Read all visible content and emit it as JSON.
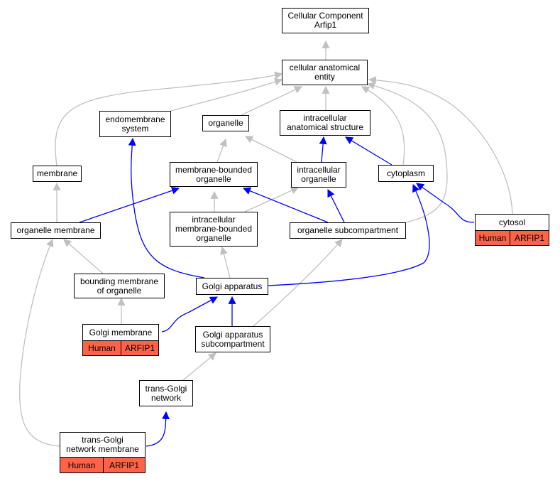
{
  "colors": {
    "is_a_edge": "#c0c0c0",
    "part_of_edge": "#0000ff",
    "annotation_fill": "#ff6347",
    "node_fill": "#ffffff"
  },
  "nodes": {
    "root": "Cellular Component\nArfip1",
    "cae": "cellular anatomical\nentity",
    "endomembrane": "endomembrane\nsystem",
    "organelle": "organelle",
    "ias": "intracellular\nanatomical structure",
    "membrane": "membrane",
    "mbo": "membrane-bounded\norganelle",
    "io": "intracellular\norganelle",
    "cytoplasm": "cytoplasm",
    "cytosol": "cytosol",
    "om": "organelle membrane",
    "imbo": "intracellular\nmembrane-bounded\norganelle",
    "os": "organelle subcompartment",
    "bmo": "bounding membrane\nof organelle",
    "golgi": "Golgi apparatus",
    "gm": "Golgi membrane",
    "gas": "Golgi apparatus\nsubcompartment",
    "tgn": "trans-Golgi\nnetwork",
    "tgnm": "trans-Golgi\nnetwork membrane"
  },
  "annotations": {
    "cytosol": [
      "Human",
      "ARFIP1"
    ],
    "gm": [
      "Human",
      "ARFIP1"
    ],
    "tgnm": [
      "Human",
      "ARFIP1"
    ]
  }
}
